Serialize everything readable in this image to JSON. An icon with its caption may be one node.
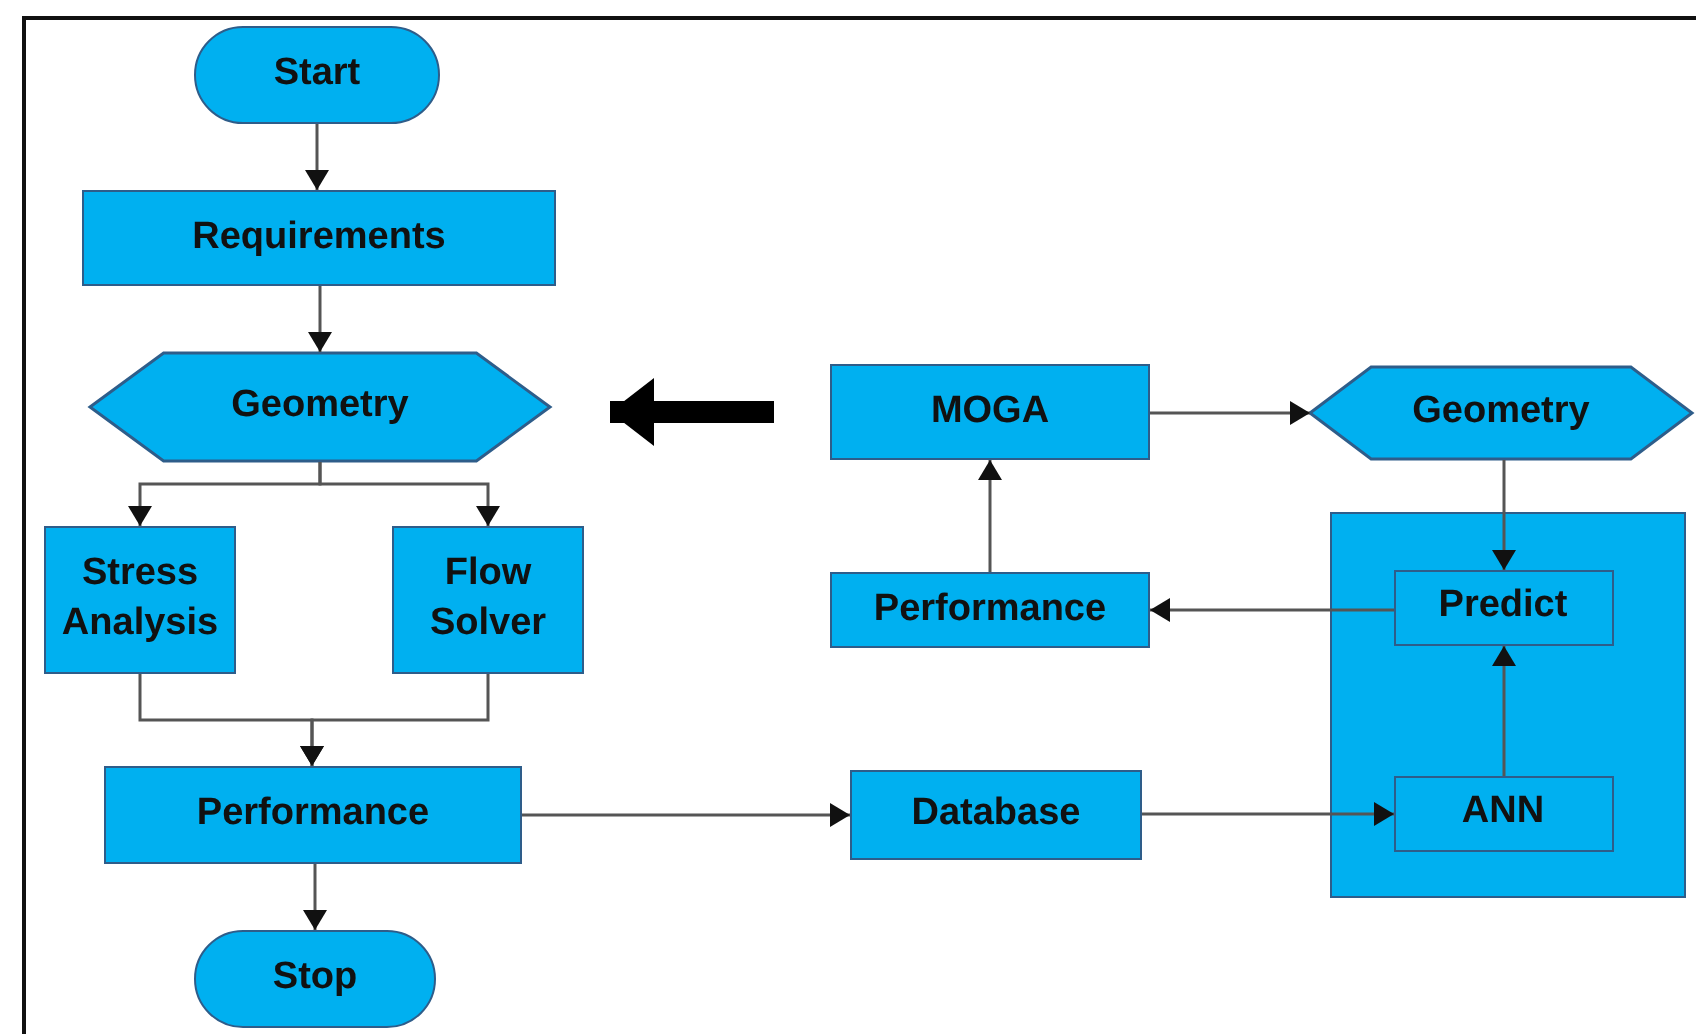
{
  "diagram": {
    "nodes": [
      {
        "text": [
          "Start"
        ]
      },
      {
        "text": [
          "Requirements"
        ]
      },
      {
        "text": [
          "Geometry"
        ]
      },
      {
        "text": [
          "Stress Analysis"
        ]
      },
      {
        "text": [
          "Flow Solver"
        ]
      },
      {
        "text": [
          "Performance"
        ]
      },
      {
        "text": [
          "Stop"
        ]
      },
      {
        "text": [
          "MOGA"
        ]
      },
      {
        "text": [
          "Geometry"
        ]
      },
      {
        "text": [
          "Performance"
        ]
      },
      {
        "text": [
          "Database"
        ]
      },
      {
        "text": [],
        "shape": "box"
      },
      {
        "text": [
          "Predict"
        ],
        "in": 11
      },
      {
        "text": [
          "ANN"
        ],
        "in": 11
      }
    ],
    "edges": [
      {
        "from": 0,
        "to": 1,
        "arrow": "to"
      },
      {
        "from": 1,
        "to": 2,
        "arrow": "to"
      },
      {
        "from": 2,
        "to": 3,
        "arrow": "to"
      },
      {
        "from": 2,
        "to": 4,
        "arrow": "to"
      },
      {
        "from": 3,
        "to": 5,
        "arrow": "to"
      },
      {
        "from": 4,
        "to": 5,
        "arrow": "to"
      },
      {
        "from": 5,
        "to": 6,
        "arrow": "to"
      },
      {
        "from": 5,
        "to": 10,
        "arrow": "to"
      },
      {
        "from": 10,
        "to": 13,
        "arrow": "to"
      },
      {
        "from": 13,
        "to": 12,
        "arrow": "to"
      },
      {
        "from": 12,
        "to": 9,
        "arrow": "to"
      },
      {
        "from": 9,
        "to": 7,
        "arrow": "to"
      },
      {
        "from": 7,
        "to": 8,
        "arrow": "to"
      },
      {
        "from": 8,
        "to": 12,
        "arrow": "to"
      },
      {
        "from": 7,
        "to": 2,
        "arrow": "to",
        "style": "thick"
      }
    ]
  }
}
